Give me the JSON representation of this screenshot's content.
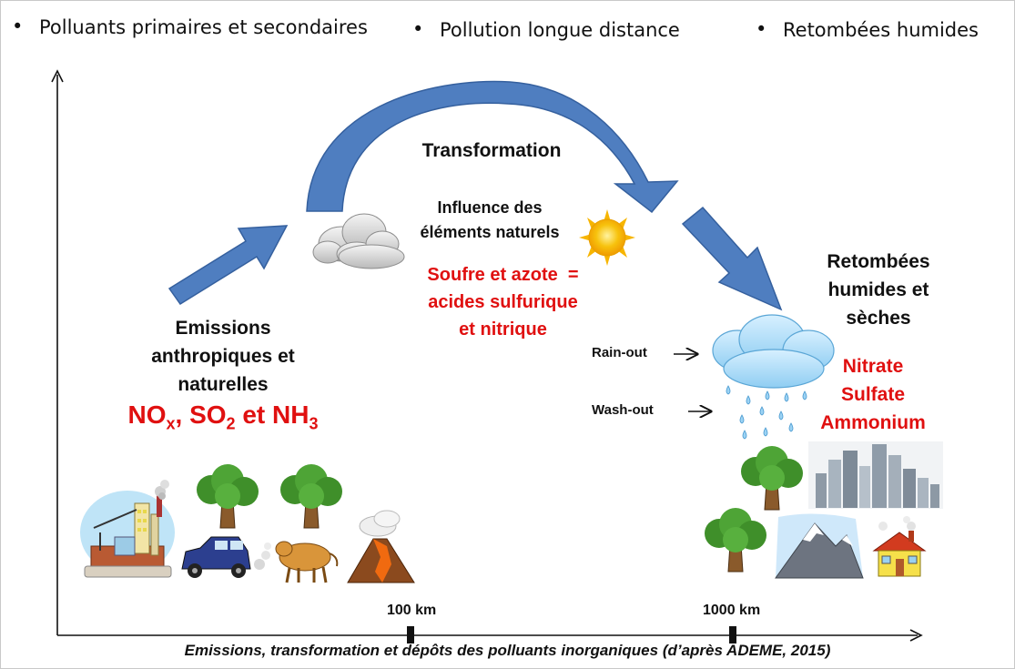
{
  "header": {
    "bullets": [
      "Polluants primaires et secondaires",
      "Pollution longue distance",
      "Retombées humides"
    ],
    "bullet_char": "•"
  },
  "labels": {
    "transformation": "Transformation",
    "influence": [
      "Influence des",
      "éléments naturels"
    ],
    "soufre": [
      "Soufre et azote  =",
      "acides sulfurique",
      "et nitrique"
    ],
    "emissions": [
      "Emissions",
      "anthropiques et",
      "naturelles"
    ],
    "pollutants": {
      "nox_base": "NO",
      "nox_sub": "x",
      "sep1": ", ",
      "so2_base": "SO",
      "so2_sub": "2",
      "sep2": " et ",
      "nh3_base": "NH",
      "nh3_sub": "3"
    },
    "retombees": [
      "Retombées",
      "humides et",
      "sèches"
    ],
    "products": [
      "Nitrate",
      "Sulfate",
      "Ammonium"
    ],
    "rain_out": "Rain-out",
    "wash_out": "Wash-out",
    "distance_100": "100 km",
    "distance_1000": "1000 km"
  },
  "caption": "Emissions, transformation et dépôts des polluants inorganiques (d’après ADEME, 2015)",
  "colors": {
    "arrow_blue": "#4f7ec0",
    "arrow_outline": "#35609e",
    "red_text": "#e01010",
    "sun": "#f7c20d",
    "cloud_grey": "#c9c9c9",
    "rain_cloud": "#a8d8f5"
  }
}
